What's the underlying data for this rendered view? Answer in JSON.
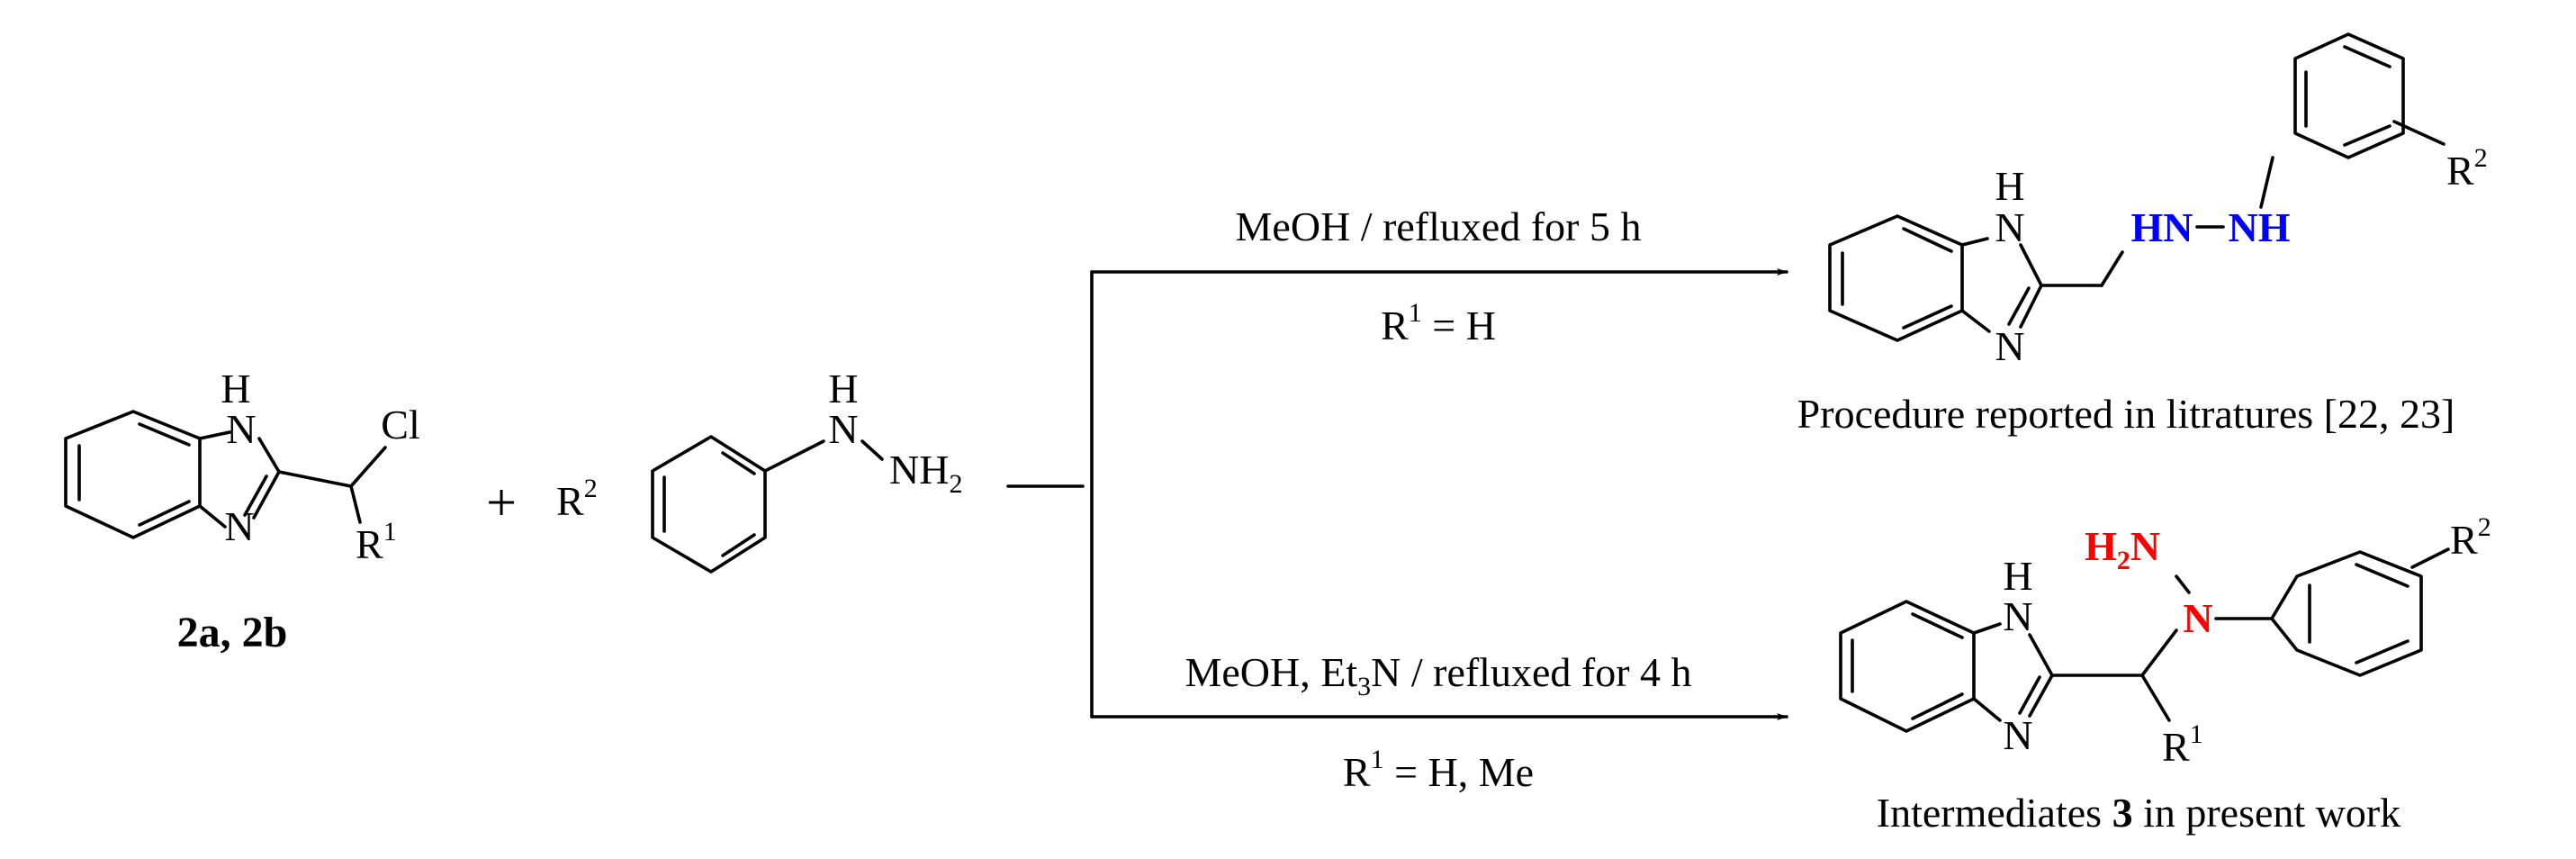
{
  "colors": {
    "ink": "#000000",
    "blue_hydrazine": "#0000ff",
    "red_hydrazine": "#ff0000"
  },
  "left": {
    "benzimidazole": {
      "nh_h": "H",
      "nh_n": "N",
      "n": "N",
      "cl": "Cl",
      "r1": "R",
      "r1_sup": "1"
    },
    "compound_label": "2a, 2b",
    "plus": "+",
    "hydrazine": {
      "r2": "R",
      "r2_sup": "2",
      "h": "H",
      "n": "N",
      "nh2_nh": "NH",
      "nh2_sub": "2"
    }
  },
  "top_route": {
    "condition_above": "MeOH / refluxed for 5 h",
    "condition_below_r": "R",
    "condition_below_sup": "1",
    "condition_below_rest": " = H",
    "product": {
      "nh_h": "H",
      "nh_n": "N",
      "n": "N",
      "hn": "HN",
      "nh": "NH",
      "r2": "R",
      "r2_sup": "2"
    },
    "caption": "Procedure reported in litratures [22, 23]"
  },
  "bottom_route": {
    "condition_above_1": "MeOH, Et",
    "condition_above_sub": "3",
    "condition_above_2": "N / refluxed for 4 h",
    "condition_below_r": "R",
    "condition_below_sup": "1",
    "condition_below_rest": " = H, Me",
    "product": {
      "nh_h": "H",
      "nh_n": "N",
      "n": "N",
      "h2n_h": "H",
      "h2n_sub": "2",
      "h2n_n": "N",
      "n_red": "N",
      "r1": "R",
      "r1_sup": "1",
      "r2": "R",
      "r2_sup": "2"
    },
    "caption_1": "Intermediates ",
    "caption_bold": "3",
    "caption_2": " in present work"
  }
}
